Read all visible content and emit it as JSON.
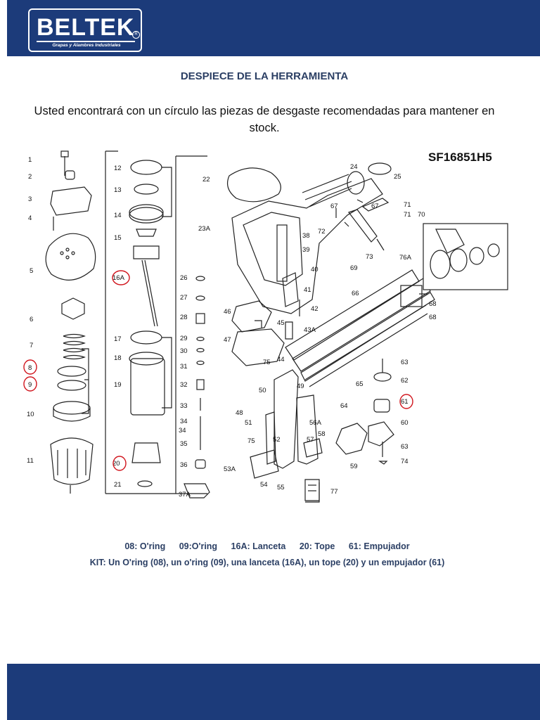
{
  "brand": {
    "logo_text": "BELTEK",
    "tagline": "Grapas y Alambres Industriales",
    "color_primary": "#1c3b7a"
  },
  "document": {
    "title": "DESPIECE DE LA HERRAMIENTA",
    "intro": "Usted encontrará con un círculo las piezas de desgaste recomendadas para mantener en stock.",
    "model": "SF16851H5"
  },
  "diagram": {
    "part_labels": [
      "1",
      "2",
      "3",
      "4",
      "5",
      "6",
      "7",
      "8",
      "9",
      "10",
      "11",
      "12",
      "13",
      "14",
      "15",
      "16A",
      "17",
      "18",
      "19",
      "20",
      "21",
      "22",
      "23A",
      "24",
      "25",
      "26",
      "27",
      "28",
      "29",
      "30",
      "31",
      "32",
      "33",
      "34",
      "34",
      "35",
      "36",
      "37A",
      "38",
      "39",
      "40",
      "41",
      "42",
      "43A",
      "44",
      "45",
      "46",
      "47",
      "48",
      "49",
      "50",
      "51",
      "52",
      "53A",
      "54",
      "55",
      "56A",
      "57",
      "58",
      "59",
      "60",
      "61",
      "62",
      "63",
      "63",
      "64",
      "65",
      "66",
      "67",
      "67",
      "68",
      "68",
      "69",
      "70",
      "71",
      "71",
      "72",
      "73",
      "74",
      "75",
      "75",
      "76A",
      "77"
    ],
    "circled_parts": [
      "8",
      "9",
      "16A",
      "20",
      "61"
    ],
    "circle_color": "#d0141c"
  },
  "legend": {
    "items": [
      {
        "code": "08",
        "label": "08: O'ring"
      },
      {
        "code": "09",
        "label": "09:O'ring"
      },
      {
        "code": "16A",
        "label": "16A: Lanceta"
      },
      {
        "code": "20",
        "label": "20: Tope"
      },
      {
        "code": "61",
        "label": "61: Empujador"
      }
    ],
    "kit_text": "KIT: Un O'ring (08), un o'ring (09), una lanceta (16A), un tope (20) y un empujador (61)"
  }
}
